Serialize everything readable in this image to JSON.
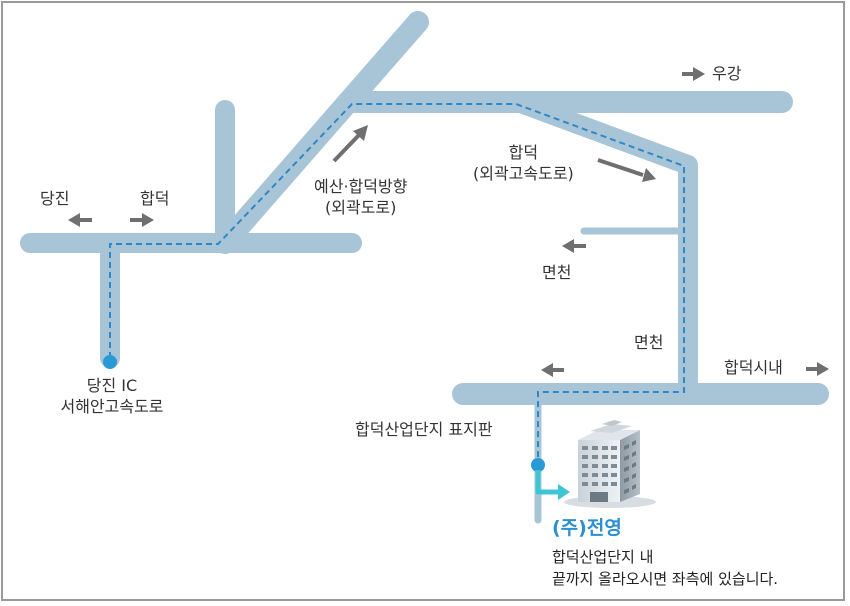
{
  "colors": {
    "road": "#a7c5d7",
    "route_dash": "#2e87c8",
    "arrow": "#6f6f6f",
    "pin": "#2a9ad6",
    "turn_arrow": "#3fc4d3",
    "company": "#2b8fd0"
  },
  "labels": {
    "dangjin_left": "당진",
    "hapdeok_left": "합덕",
    "yesan_hapdeok": "예산·합덕방향",
    "outer_road_1": "(외곽도로)",
    "ugang": "우강",
    "hapdeok_right": "합덕",
    "outer_bypass": "(외곽고속도로)",
    "myeoncheon_1": "면천",
    "myeoncheon_2": "면천",
    "hapdeok_city": "합덕시내",
    "dangjin_ic": "당진 IC",
    "seohaean": "서해안고속도로",
    "industrial_sign": "합덕산업단지 표지판"
  },
  "company": {
    "name": "(주)전영",
    "desc_line1": "합덕산업단지 내",
    "desc_line2": "끝까지 올라오시면 좌측에 있습니다."
  },
  "icons": {
    "building": "office-building-icon",
    "pin": "location-pin-icon"
  }
}
